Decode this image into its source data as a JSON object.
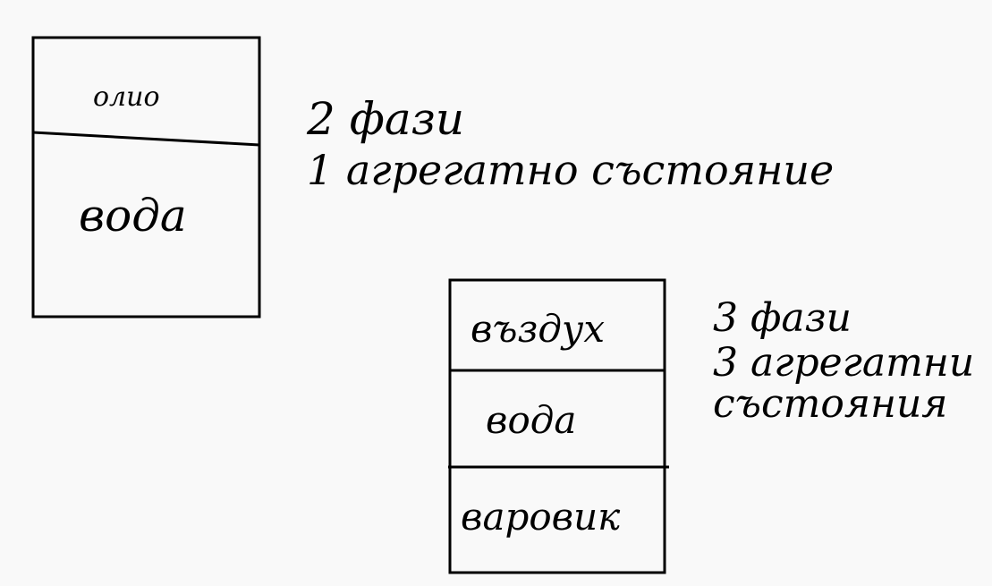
{
  "canvas": {
    "background": "#f9f9f9",
    "ink": "#000000"
  },
  "diagram_1": {
    "layers": [
      {
        "label": "олио"
      },
      {
        "label": "вода"
      }
    ],
    "caption": {
      "line1": "2 фази",
      "line2": "1 агрегатно състояние"
    }
  },
  "diagram_2": {
    "layers": [
      {
        "label": "въздух"
      },
      {
        "label": "вода"
      },
      {
        "label": "варовик"
      }
    ],
    "caption": {
      "line1": "3 фази",
      "line2": "3 агрегатни",
      "line3": "състояния"
    }
  }
}
